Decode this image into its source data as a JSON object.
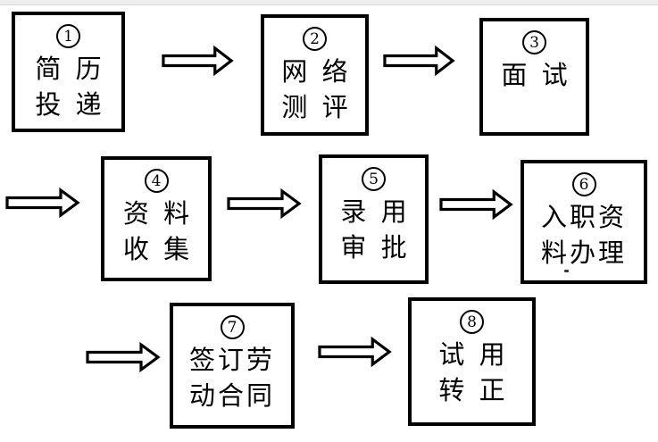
{
  "diagram": {
    "type": "flowchart",
    "flow_note": "8 steps, left-to-right, wrapping across three rows; rows 2 and 3 start with a continuation arrow",
    "colors": {
      "background": "#ffffff",
      "box_border": "#000000",
      "text": "#000000",
      "arrow_fill": "#ffffff",
      "arrow_stroke": "#000000",
      "top_strip": "#ededed"
    },
    "steps": [
      {
        "num": "1",
        "label": "简历投递",
        "lines": [
          "简 历",
          "投 递"
        ]
      },
      {
        "num": "2",
        "label": "网络测评",
        "lines": [
          "网 络",
          "测 评"
        ]
      },
      {
        "num": "3",
        "label": "面试",
        "lines": [
          "面 试"
        ]
      },
      {
        "num": "4",
        "label": "资料收集",
        "lines": [
          "资 料",
          "收 集"
        ]
      },
      {
        "num": "5",
        "label": "录用审批",
        "lines": [
          "录 用",
          "审 批"
        ]
      },
      {
        "num": "6",
        "label": "入职资料办理",
        "lines": [
          "入职资",
          "料办理"
        ]
      },
      {
        "num": "7",
        "label": "签订劳动合同",
        "lines": [
          "签订劳",
          "动合同"
        ]
      },
      {
        "num": "8",
        "label": "试用转正",
        "lines": [
          "试 用",
          "转 正"
        ]
      }
    ],
    "arrows": {
      "count": 7,
      "style": "outlined right-pointing block arrow"
    }
  }
}
